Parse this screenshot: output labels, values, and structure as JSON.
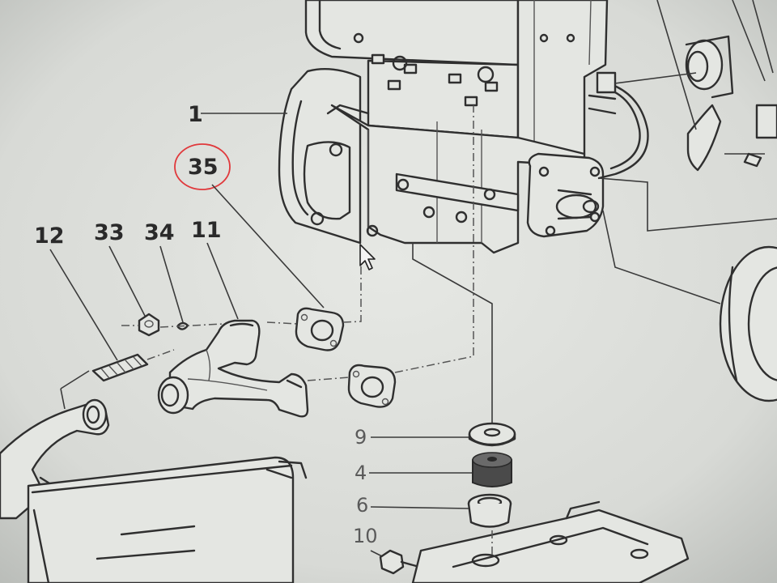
{
  "callouts": {
    "engine": "1",
    "gasket_marked": "35",
    "spring": "12",
    "nut": "33",
    "washer": "34",
    "manifold": "11",
    "flat_washer": "9",
    "rubber_mount": "4",
    "cup": "6",
    "bolt": "10"
  },
  "colors": {
    "background": "#d9dcd8",
    "ink": "#2f2f2f",
    "highlight_circle": "#e0393c"
  },
  "icons": {
    "cursor": "mouse-pointer-icon"
  }
}
